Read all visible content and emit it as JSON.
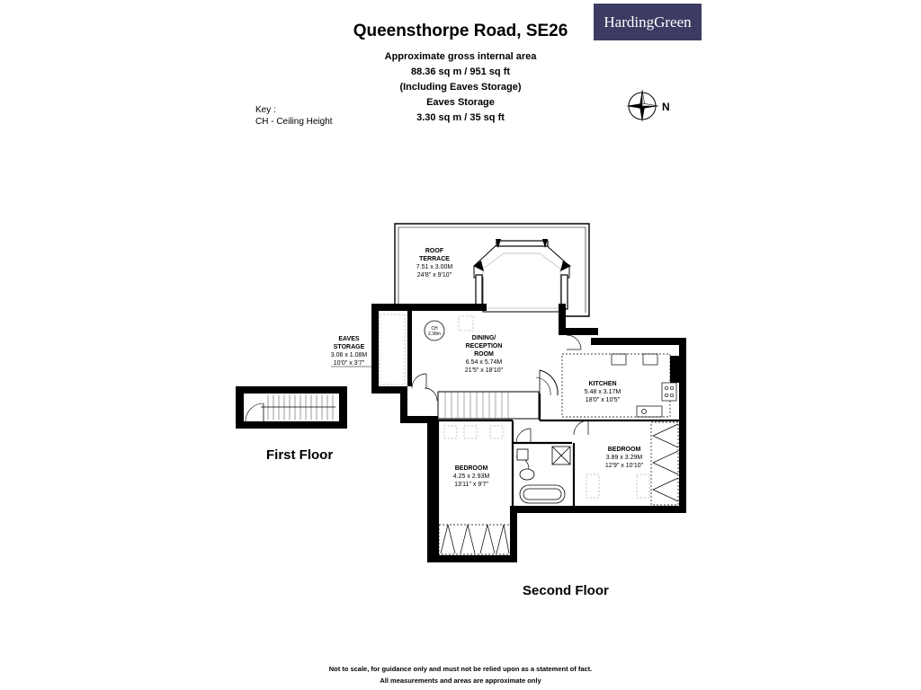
{
  "header": {
    "title": "Queensthorpe Road, SE26",
    "area_lines": [
      "Approximate gross internal area",
      "88.36 sq m /  951 sq ft",
      "(Including Eaves Storage)",
      "Eaves Storage",
      "3.30 sq m /  35 sq ft"
    ]
  },
  "key": {
    "title": "Key :",
    "entry": "CH - Ceiling Height"
  },
  "logo": {
    "text": "HardingGreen",
    "color": "#3c3b63"
  },
  "compass": {
    "north_label": "N"
  },
  "floors": {
    "first": "First Floor",
    "second": "Second Floor"
  },
  "rooms": {
    "roof_terrace": {
      "name": "ROOF\nTERRACE",
      "metric": "7.51 x 3.00M",
      "imperial": "24'8\" x 9'10\""
    },
    "eaves_storage": {
      "name": "EAVES\nSTORAGE",
      "metric": "3.06 x 1.08M",
      "imperial": "10'0\" x 3'7\""
    },
    "dining": {
      "name": "DINING/\nRECEPTION\nROOM",
      "metric": "6.54 x 5.74M",
      "imperial": "21'5\" x 18'10\""
    },
    "kitchen": {
      "name": "KITCHEN",
      "metric": "5.48 x 3.17M",
      "imperial": "18'0\" x 10'5\""
    },
    "bedroom_right": {
      "name": "BEDROOM",
      "metric": "3.89 x 3.29M",
      "imperial": "12'9\" x 10'10\""
    },
    "bedroom_left": {
      "name": "BEDROOM",
      "metric": "4.25 x 2.93M",
      "imperial": "13'11\" x 9'7\""
    }
  },
  "ceiling_height": {
    "label": "CH",
    "value": "2.38m"
  },
  "footer": [
    "Not to scale, for guidance only and must not be relied upon as a statement of fact.",
    "All measurements and areas are approximate only"
  ]
}
